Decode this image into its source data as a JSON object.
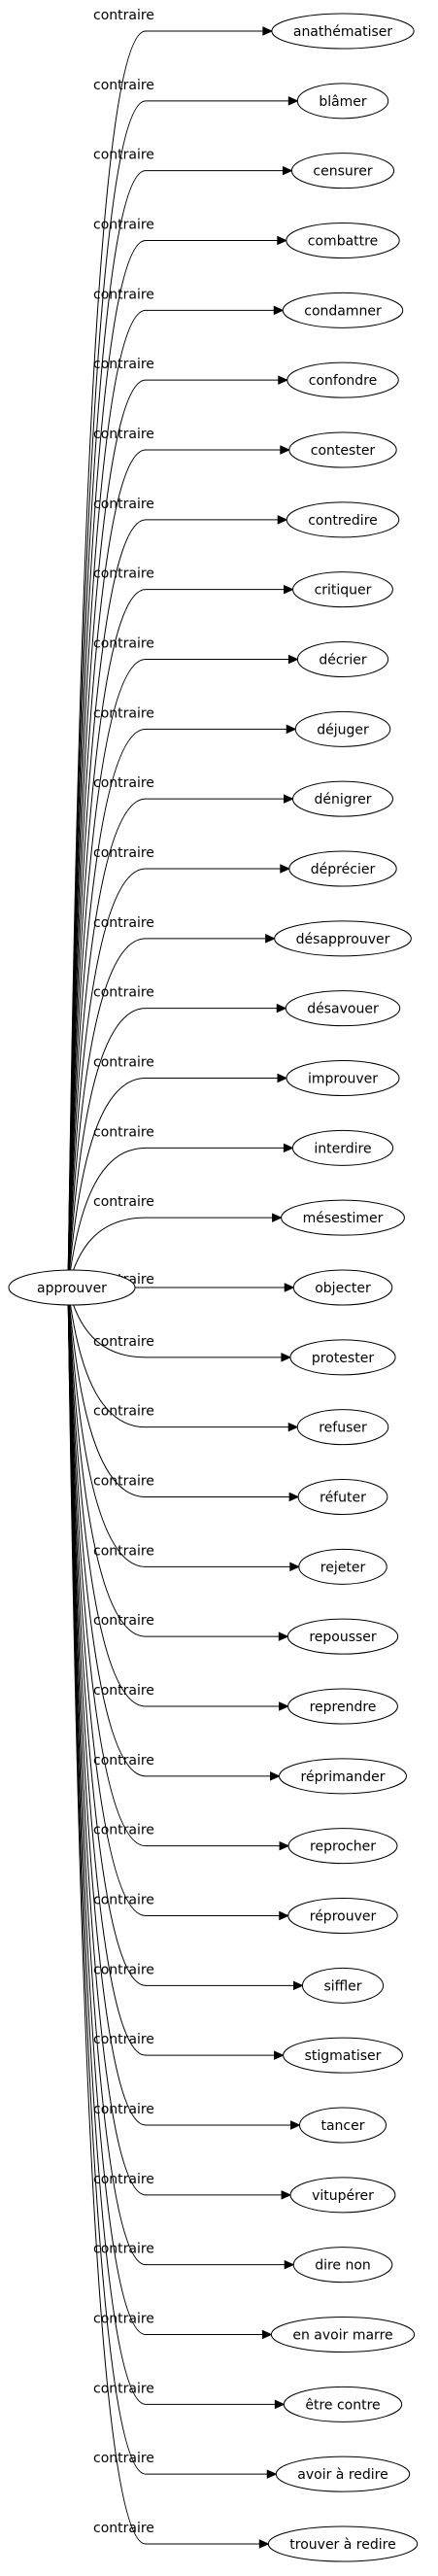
{
  "source": {
    "label": "approuver"
  },
  "edge_label": "contraire",
  "targets": [
    "anathématiser",
    "blâmer",
    "censurer",
    "combattre",
    "condamner",
    "confondre",
    "contester",
    "contredire",
    "critiquer",
    "décrier",
    "déjuger",
    "dénigrer",
    "déprécier",
    "désapprouver",
    "désavouer",
    "improuver",
    "interdire",
    "mésestimer",
    "objecter",
    "protester",
    "refuser",
    "réfuter",
    "rejeter",
    "repousser",
    "reprendre",
    "réprimander",
    "reprocher",
    "réprouver",
    "siffler",
    "stigmatiser",
    "tancer",
    "vitupérer",
    "dire non",
    "en avoir marre",
    "être contre",
    "avoir à redire",
    "trouver à redire"
  ]
}
